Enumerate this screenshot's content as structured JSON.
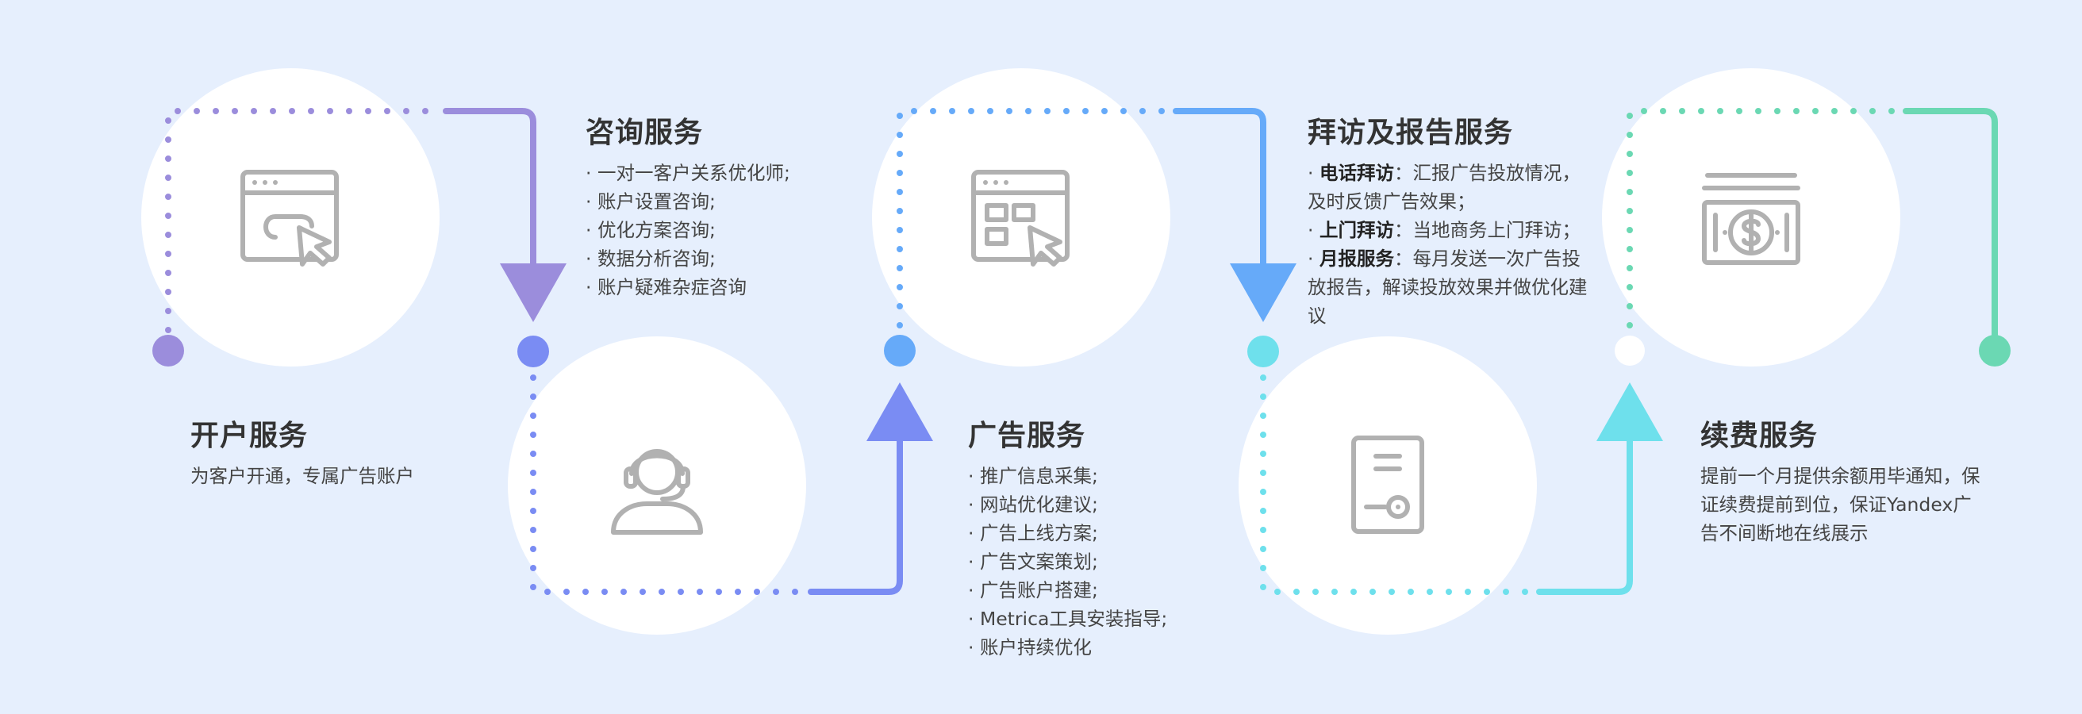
{
  "icons": [
    "browser-click-icon",
    "customer-service-headset-icon",
    "browser-grid-click-icon",
    "document-report-icon",
    "money-bills-icon"
  ],
  "colors": {
    "background": "#e6effd",
    "step1": "#9b8ddc",
    "step2": "#7a8cf3",
    "step3": "#66aaf9",
    "step4": "#6ee0ec",
    "step5": "#6bd8b3",
    "icon": "#b1b1b1"
  },
  "steps": [
    {
      "title": "开户服务",
      "desc": "为客户开通，专属广告账户"
    },
    {
      "title": "咨询服务",
      "items": [
        "· 一对一客户关系优化师;",
        "· 账户设置咨询;",
        "· 优化方案咨询;",
        "· 数据分析咨询;",
        "· 账户疑难杂症咨询"
      ]
    },
    {
      "title": "广告服务",
      "items": [
        "· 推广信息采集;",
        "· 网站优化建议;",
        "· 广告上线方案;",
        "· 广告文案策划;",
        "· 广告账户搭建;",
        "· Metrica工具安装指导;",
        "· 账户持续优化"
      ]
    },
    {
      "title": "拜访及报告服务",
      "items": [
        {
          "label": "电话拜访",
          "text": "：汇报广告投放情况，及时反馈广告效果；"
        },
        {
          "label": "上门拜访",
          "text": "：当地商务上门拜访；"
        },
        {
          "label": "月报服务",
          "text": "：每月发送一次广告投放报告，解读投放效果并做优化建议"
        }
      ]
    },
    {
      "title": "续费服务",
      "desc": "提前一个月提供余额用毕通知，保证续费提前到位，保证Yandex广告不间断地在线展示"
    }
  ]
}
